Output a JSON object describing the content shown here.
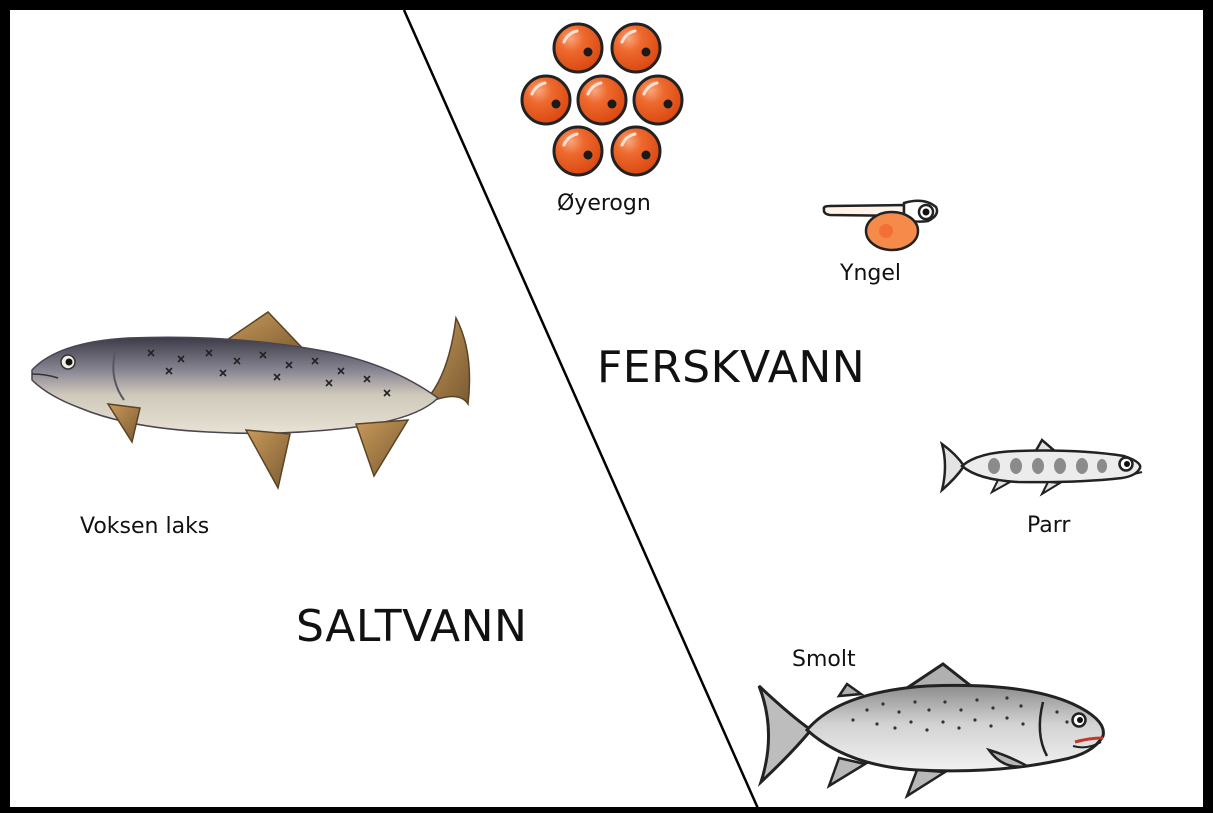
{
  "zones": {
    "freshwater": "FERSKVANN",
    "saltwater": "SALTVANN"
  },
  "stages": {
    "eggs": "Øyerogn",
    "alevin": "Yngel",
    "parr": "Parr",
    "smolt": "Smolt",
    "adult": "Voksen laks"
  },
  "colors": {
    "egg": "#e8551c",
    "egg_highlight": "#f7a07a",
    "alevin_yolk": "#f58a4a",
    "adult_back": "#4a4550",
    "adult_belly": "#d9d2c4",
    "fin": "#b8874a",
    "parr_mark": "#8b8b8b",
    "smolt_body": "#c9c9c9"
  },
  "icons": [
    "egg-cluster-icon",
    "alevin-icon",
    "parr-fish-icon",
    "smolt-fish-icon",
    "adult-salmon-icon"
  ]
}
